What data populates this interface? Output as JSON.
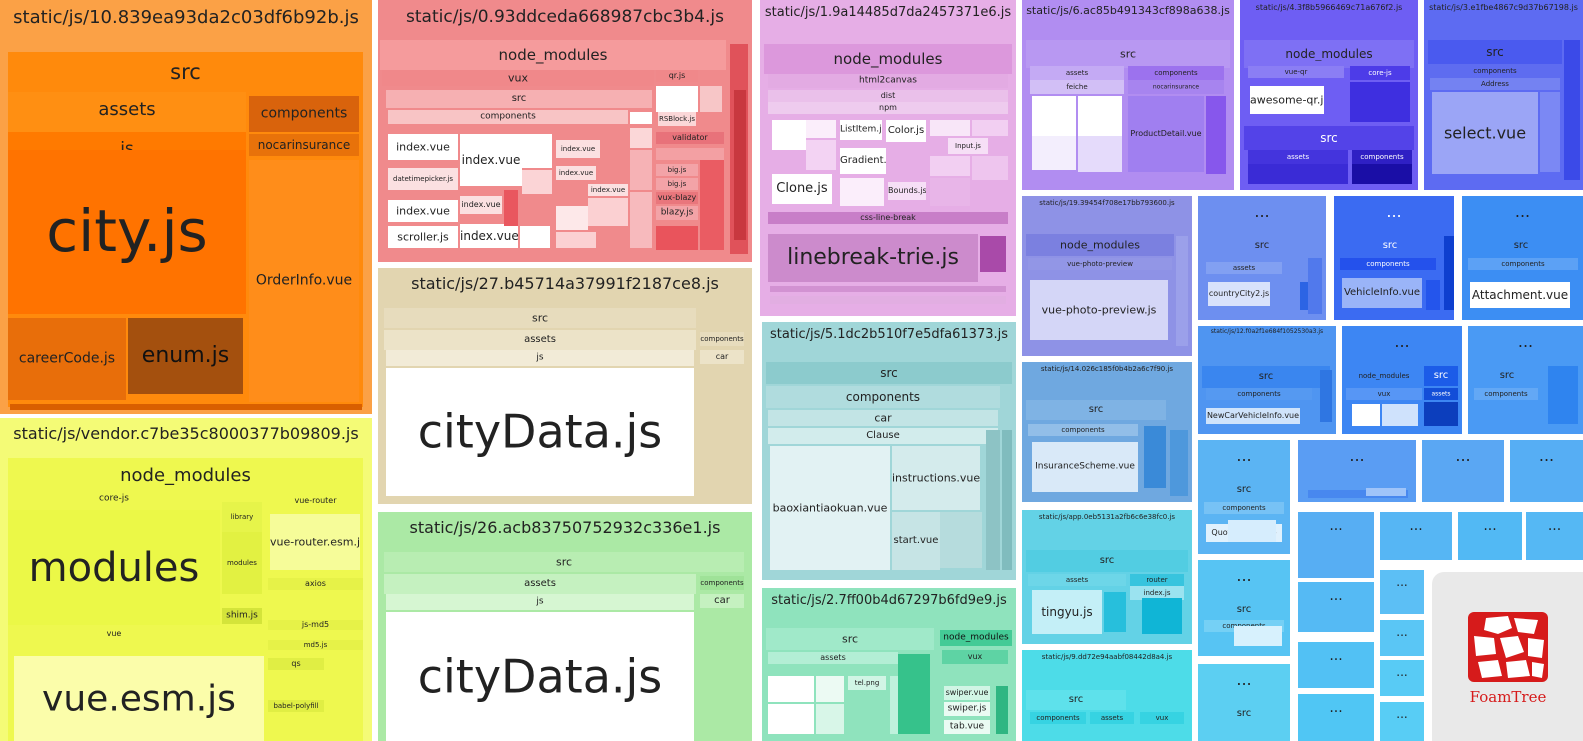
{
  "labels": {
    "b1": "static/js/10.839ea93da2c03df6b92b.js",
    "b1_src": "src",
    "b1_assets": "assets",
    "b1_js": "js",
    "b1_city": "city.js",
    "b1_career": "careerCode.js",
    "b1_enum": "enum.js",
    "b1_components": "components",
    "b1_nocar": "nocarinsurance",
    "b1_order": "OrderInfo.vue",
    "b2": "static/js/vendor.c7be35c8000377b09809.js",
    "b2_nm": "node_modules",
    "b2_corejs": "core-js",
    "b2_modules": "modules",
    "b2_library": "library",
    "b2_libmodules": "modules",
    "b2_shim": "shim.js",
    "b2_vue": "vue",
    "b2_vueesm": "vue.esm.js",
    "b2_vuerouter": "vue-router",
    "b2_vrfile": "vue-router.esm.js",
    "b2_axios": "axios",
    "b2_jsmd5": "js-md5",
    "b2_md5": "md5.js",
    "b2_qs": "qs",
    "b2_babel": "babel-polyfill",
    "b3": "static/js/0.93ddceda668987cbc3b4.js",
    "b3_nm": "node_modules",
    "b3_vux": "vux",
    "b3_src": "src",
    "b3_components": "components",
    "b3_index1": "index.vue",
    "b3_index2": "index.vue",
    "b3_date": "datetimepicker.js",
    "b3_index3": "index.vue",
    "b3_scroller": "scroller.js",
    "b3_index4": "index.vue",
    "b3_index5": "index.vue",
    "b3_index6": "index.vue",
    "b3_index7": "index.vue",
    "b3_index8": "index.vue",
    "b3_qrjs": "qr.js",
    "b3_rs": "RSBlock.js",
    "b3_validator": "validator",
    "b3_bigjs": "big.js",
    "b3_bigjs2": "big.js",
    "b3_blazy": "vux-blazy",
    "b3_blazyjs": "blazy.js",
    "b4": "static/js/27.b45714a37991f2187ce8.js",
    "b4_src": "src",
    "b4_assets": "assets",
    "b4_js": "js",
    "b4_citydata": "cityData.js",
    "b4_components": "components",
    "b4_car": "car",
    "b5": "static/js/26.acb83750752932c336e1.js",
    "b5_src": "src",
    "b5_assets": "assets",
    "b5_js": "js",
    "b5_citydata": "cityData.js",
    "b5_components": "components",
    "b5_car": "car",
    "b6": "static/js/1.9a14485d7da2457371e6.js",
    "b6_nm": "node_modules",
    "b6_h2c": "html2canvas",
    "b6_dist": "dist",
    "b6_npm": "npm",
    "b6_listitem": "ListItem.js",
    "b6_color": "Color.js",
    "b6_gradient": "Gradient.js",
    "b6_clone": "Clone.js",
    "b6_bounds": "Bounds.js",
    "b6_input": "Input.js",
    "b6_clb": "css-line-break",
    "b6_trie": "linebreak-trie.js",
    "b7": "static/js/5.1dc2b510f7e5dfa61373.js",
    "b7_src": "src",
    "b7_components": "components",
    "b7_car": "car",
    "b7_clause": "Clause",
    "b7_bao": "baoxiantiaokuan.vue",
    "b7_instr": "instructions.vue",
    "b7_start": "start.vue",
    "b8": "static/js/2.7ff00b4d67297b6fd9e9.js",
    "b8_src": "src",
    "b8_assets": "assets",
    "b8_tel": "tel.png",
    "b8_nm": "node_modules",
    "b8_vux": "vux",
    "b8_swiper": "swiper.vue",
    "b8_swiperjs": "swiper.js",
    "b8_tab": "tab.vue",
    "b9": "static/js/6.ac85b491343cf898a638.js",
    "b9_src": "src",
    "b9_assets": "assets",
    "b9_feiche": "feiche",
    "b9_components": "components",
    "b9_nocar": "nocarinsurance",
    "b9_product": "ProductDetail.vue",
    "b10": "static/js/4.3f8b5966469c71a676f2.js",
    "b10_nm": "node_modules",
    "b10_vueqr": "vue-qr",
    "b10_corejs": "core-js",
    "b10_awesome": "awesome-qr.js",
    "b10_src": "src",
    "b10_assets": "assets",
    "b10_components": "components",
    "b11": "static/js/3.e1fbe4867c9d37b67198.js",
    "b11_src": "src",
    "b11_components": "components",
    "b11_address": "Address",
    "b11_select": "select.vue",
    "b12": "static/js/19.39454f708e17bb793600.js",
    "b12_nm": "node_modules",
    "b12_vpp": "vue-photo-preview",
    "b12_file": "vue-photo-preview.js",
    "b13": "static/js/14.026c185f0b4b2a6c7f90.js",
    "b13_src": "src",
    "b13_components": "components",
    "b13_file": "InsuranceScheme.vue",
    "b14": "static/js/app.0eb5131a2fb6c6e38fc0.js",
    "b14_src": "src",
    "b14_assets": "assets",
    "b14_tingyu": "tingyu.js",
    "b14_router": "router",
    "b14_index": "index.js",
    "b15": "static/js/9.dd72e94aabf08442d8a4.js",
    "b15_src": "src",
    "b15_components": "components",
    "b15_assets": "assets",
    "b15_vux": "vux",
    "c1_src": "src",
    "c1_assets": "assets",
    "c1_file": "countryCity2.js",
    "c2_src": "src",
    "c2_components": "components",
    "c2_file": "VehicleInfo.vue",
    "c3_src": "src",
    "c3_components": "components",
    "c3_file": "Attachment.vue",
    "c4": "static/js/12.f0a2f1e684f1052530a3.js",
    "c4_src": "src",
    "c4_components": "components",
    "c4_file": "NewCarVehicleInfo.vue",
    "c5_nm": "node_modules",
    "c5_vux": "vux",
    "c5_src": "src",
    "c5_assets": "assets",
    "c6_src": "src",
    "c6_components": "components",
    "c7_src": "src",
    "c7_components": "components",
    "c7_file": "QuoteDetail.vue",
    "c8_src": "src",
    "c8_components": "components",
    "c9_src": "src",
    "brand": "FoamTree",
    "dots": "..."
  },
  "colors": {
    "orange": "#f8a04c",
    "yellow": "#f2f76a",
    "red": "#f08488",
    "beige": "#e0d4b0",
    "green": "#a9e8a4",
    "pink": "#e2a6e2",
    "teal": "#9fd4d6",
    "mint": "#8fe3bd",
    "purple": "#b08cf0",
    "indigo": "#6e5df0",
    "blue": "#3b7cf2",
    "lightblue": "#5aa4f3",
    "cyan": "#60d0e6",
    "logo_red": "#d61b1b"
  }
}
